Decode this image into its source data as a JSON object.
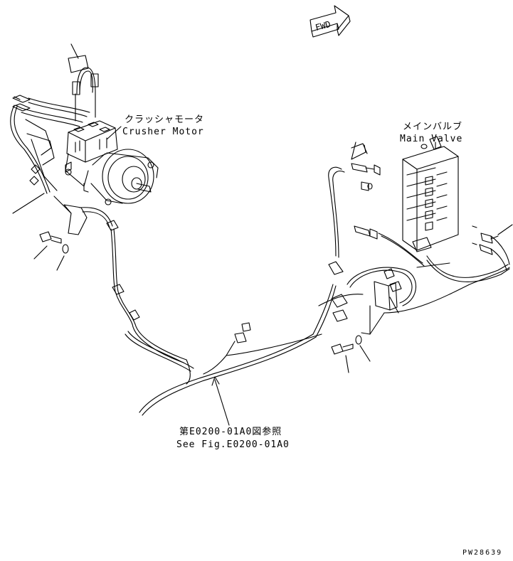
{
  "fwd_arrow": {
    "text": "FWD"
  },
  "crusher_motor": {
    "label_jp": "クラッシャモータ",
    "label_en": "Crusher Motor"
  },
  "main_valve": {
    "label_jp": "メインバルブ",
    "label_en": "Main Valve"
  },
  "reference": {
    "label_jp": "第E0200-01A0図参照",
    "label_en": "See Fig.E0200-01A0"
  },
  "drawing_id": "PW28639"
}
